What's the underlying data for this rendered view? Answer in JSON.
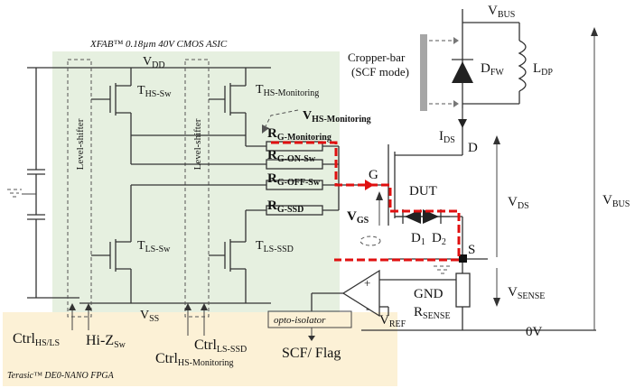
{
  "labels": {
    "asic_title": "XFAB™ 0.18µm 40V CMOS ASIC",
    "fpga_title": "Terasic™ DE0-NANO FPGA",
    "level_shifter_1": "Level-shifter",
    "level_shifter_2": "Level-shifter",
    "vdd_main": "V",
    "vdd_sub": "DD",
    "vss_main": "V",
    "vss_sub": "SS",
    "t_hs_sw_main": "T",
    "t_hs_sw_sub": "HS-Sw",
    "t_hs_mon_main": "T",
    "t_hs_mon_sub": "HS-Monitoring",
    "t_ls_sw_main": "T",
    "t_ls_sw_sub": "LS-Sw",
    "t_ls_ssd_main": "T",
    "t_ls_ssd_sub": "LS-SSD",
    "v_hs_mon_main": "V",
    "v_hs_mon_sub": "HS-Monitoring",
    "r_gmon_main": "R",
    "r_gmon_sub": "G-Monitoring",
    "r_gon_main": "R",
    "r_gon_sub": "G-ON-Sw",
    "r_goff_main": "R",
    "r_goff_sub": "G-OFF-Sw",
    "r_gssd_main": "R",
    "r_gssd_sub": "G-SSD",
    "vbus_top_main": "V",
    "vbus_top_sub": "BUS",
    "vbus_right_main": "V",
    "vbus_right_sub": "BUS",
    "cropper_line1": "Cropper-bar",
    "cropper_line2": "(SCF mode)",
    "dfw_main": "D",
    "dfw_sub": "FW",
    "ldp_main": "L",
    "ldp_sub": "DP",
    "ids_main": "I",
    "ids_sub": "DS",
    "d_terminal": "D",
    "g_terminal": "G",
    "s_terminal": "S",
    "dut": "DUT",
    "vgs_main": "V",
    "vgs_sub": "GS",
    "d1_main": "D",
    "d1_sub": "1",
    "d2_main": "D",
    "d2_sub": "2",
    "vds_main": "V",
    "vds_sub": "DS",
    "gnd": "GND",
    "rsense_main": "R",
    "rsense_sub": "SENSE",
    "vsense_main": "V",
    "vsense_sub": "SENSE",
    "vref_main": "V",
    "vref_sub": "REF",
    "zero_v": "0V",
    "plus": "+",
    "minus": "-",
    "opto": "opto-isolator",
    "scf_flag": "SCF/ Flag",
    "ctrl_hsls_main": "Ctrl",
    "ctrl_hsls_sub": "HS/LS",
    "hiz_main": "Hi-Z",
    "hiz_sub": "Sw",
    "ctrl_lsssd_main": "Ctrl",
    "ctrl_lsssd_sub": "LS-SSD",
    "ctrl_hsmon_main": "Ctrl",
    "ctrl_hsmon_sub": "HS-Monitoring"
  },
  "colors": {
    "asic_bg": "#e6f0e0",
    "fpga_bg": "#fcf1d6",
    "highlight_path": "#e01010",
    "cropper_bar": "#a6a6a6"
  }
}
